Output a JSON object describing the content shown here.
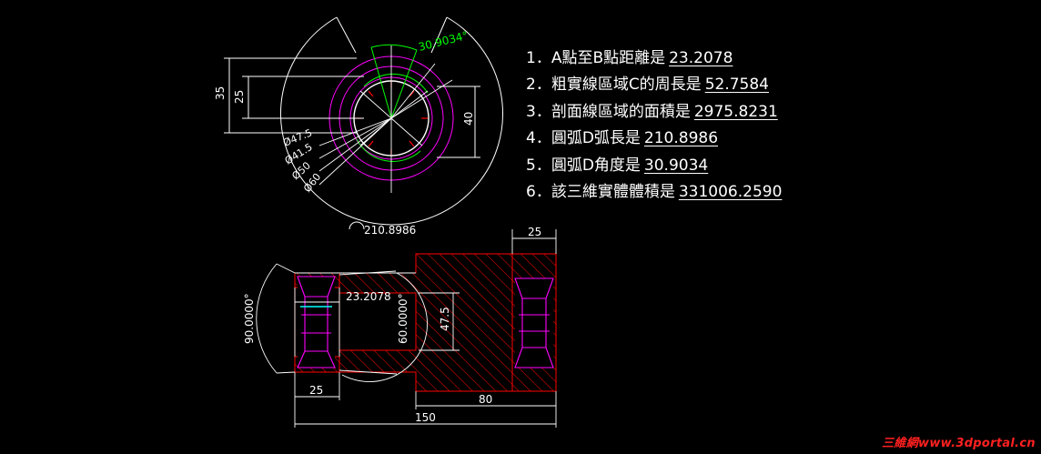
{
  "answers": [
    {
      "label": "1．A點至B點距離是",
      "value": "23.2078"
    },
    {
      "label": "2．粗實線區域C的周長是",
      "value": "52.7584"
    },
    {
      "label": "3．剖面線區域的面積是",
      "value": "2975.8231"
    },
    {
      "label": "4．圓弧D弧長是",
      "value": "210.8986"
    },
    {
      "label": "5．圓弧D角度是",
      "value": "30.9034"
    },
    {
      "label": "6．該三維實體體積是",
      "value": "331006.2590"
    }
  ],
  "top_view": {
    "angle_dim": "30.9034°",
    "dim_35": "35",
    "dim_25": "25",
    "dim_40": "40",
    "diameters": [
      "Ø47.5",
      "Ø41.5",
      "Ø50",
      "Ø60"
    ],
    "arc_length": "210.8986"
  },
  "section_view": {
    "dim_25_top": "25",
    "dim_90deg": "90.0000°",
    "dim_60deg": "60.0000°",
    "dim_ab": "23.2078",
    "dim_47_5": "47.5",
    "dim_25_bottom": "25",
    "dim_80": "80",
    "dim_150": "150"
  },
  "colors": {
    "background": "#000000",
    "lines": "#ffffff",
    "construction": "#ff00ff",
    "section": "#ff0000",
    "angle": "#00ff00",
    "watermark": "#ff2020"
  },
  "watermark": "三維網www.3dportal.cn"
}
